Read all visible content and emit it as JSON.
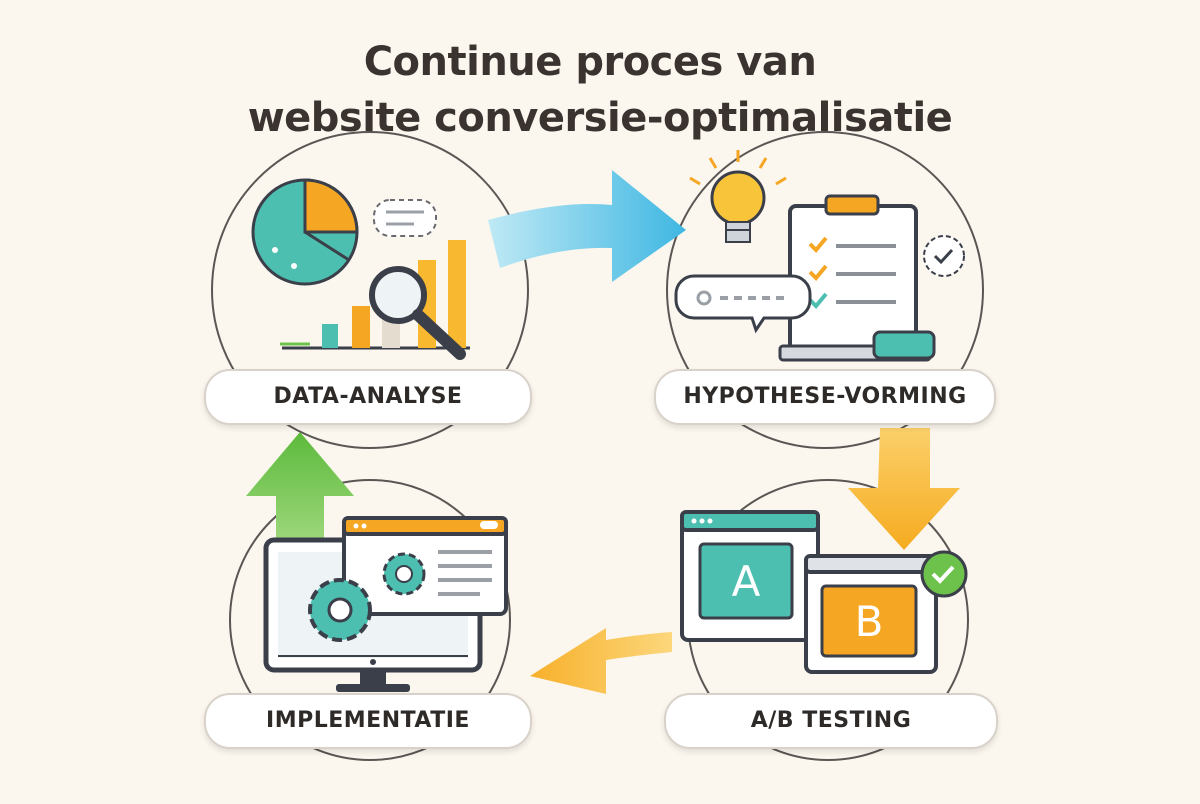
{
  "title": {
    "line1": "Continue proces van",
    "line2": "website conversie-optimalisatie"
  },
  "steps": [
    {
      "label": "DATA-ANALYSE",
      "icons": [
        "pie-chart-icon",
        "bar-chart-icon",
        "magnifier-icon",
        "speech-bubble-icon"
      ]
    },
    {
      "label": "HYPOTHESE-VORMING",
      "icons": [
        "lightbulb-icon",
        "clipboard-checklist-icon",
        "speech-bubble-icon",
        "check-badge-icon"
      ]
    },
    {
      "label": "A/B TESTING",
      "icons": [
        "browser-window-icon",
        "check-badge-icon"
      ],
      "variant_a": "A",
      "variant_b": "B"
    },
    {
      "label": "IMPLEMENTATIE",
      "icons": [
        "monitor-icon",
        "gear-icon",
        "browser-window-icon"
      ]
    }
  ],
  "colors": {
    "background": "#fbf6ee",
    "teal": "#4dbfb0",
    "orange": "#f5a623",
    "blue_arrow": "#5cc4e6",
    "yellow_arrow": "#f8b830",
    "green_arrow": "#6cc24a",
    "outline": "#4a4a55"
  }
}
